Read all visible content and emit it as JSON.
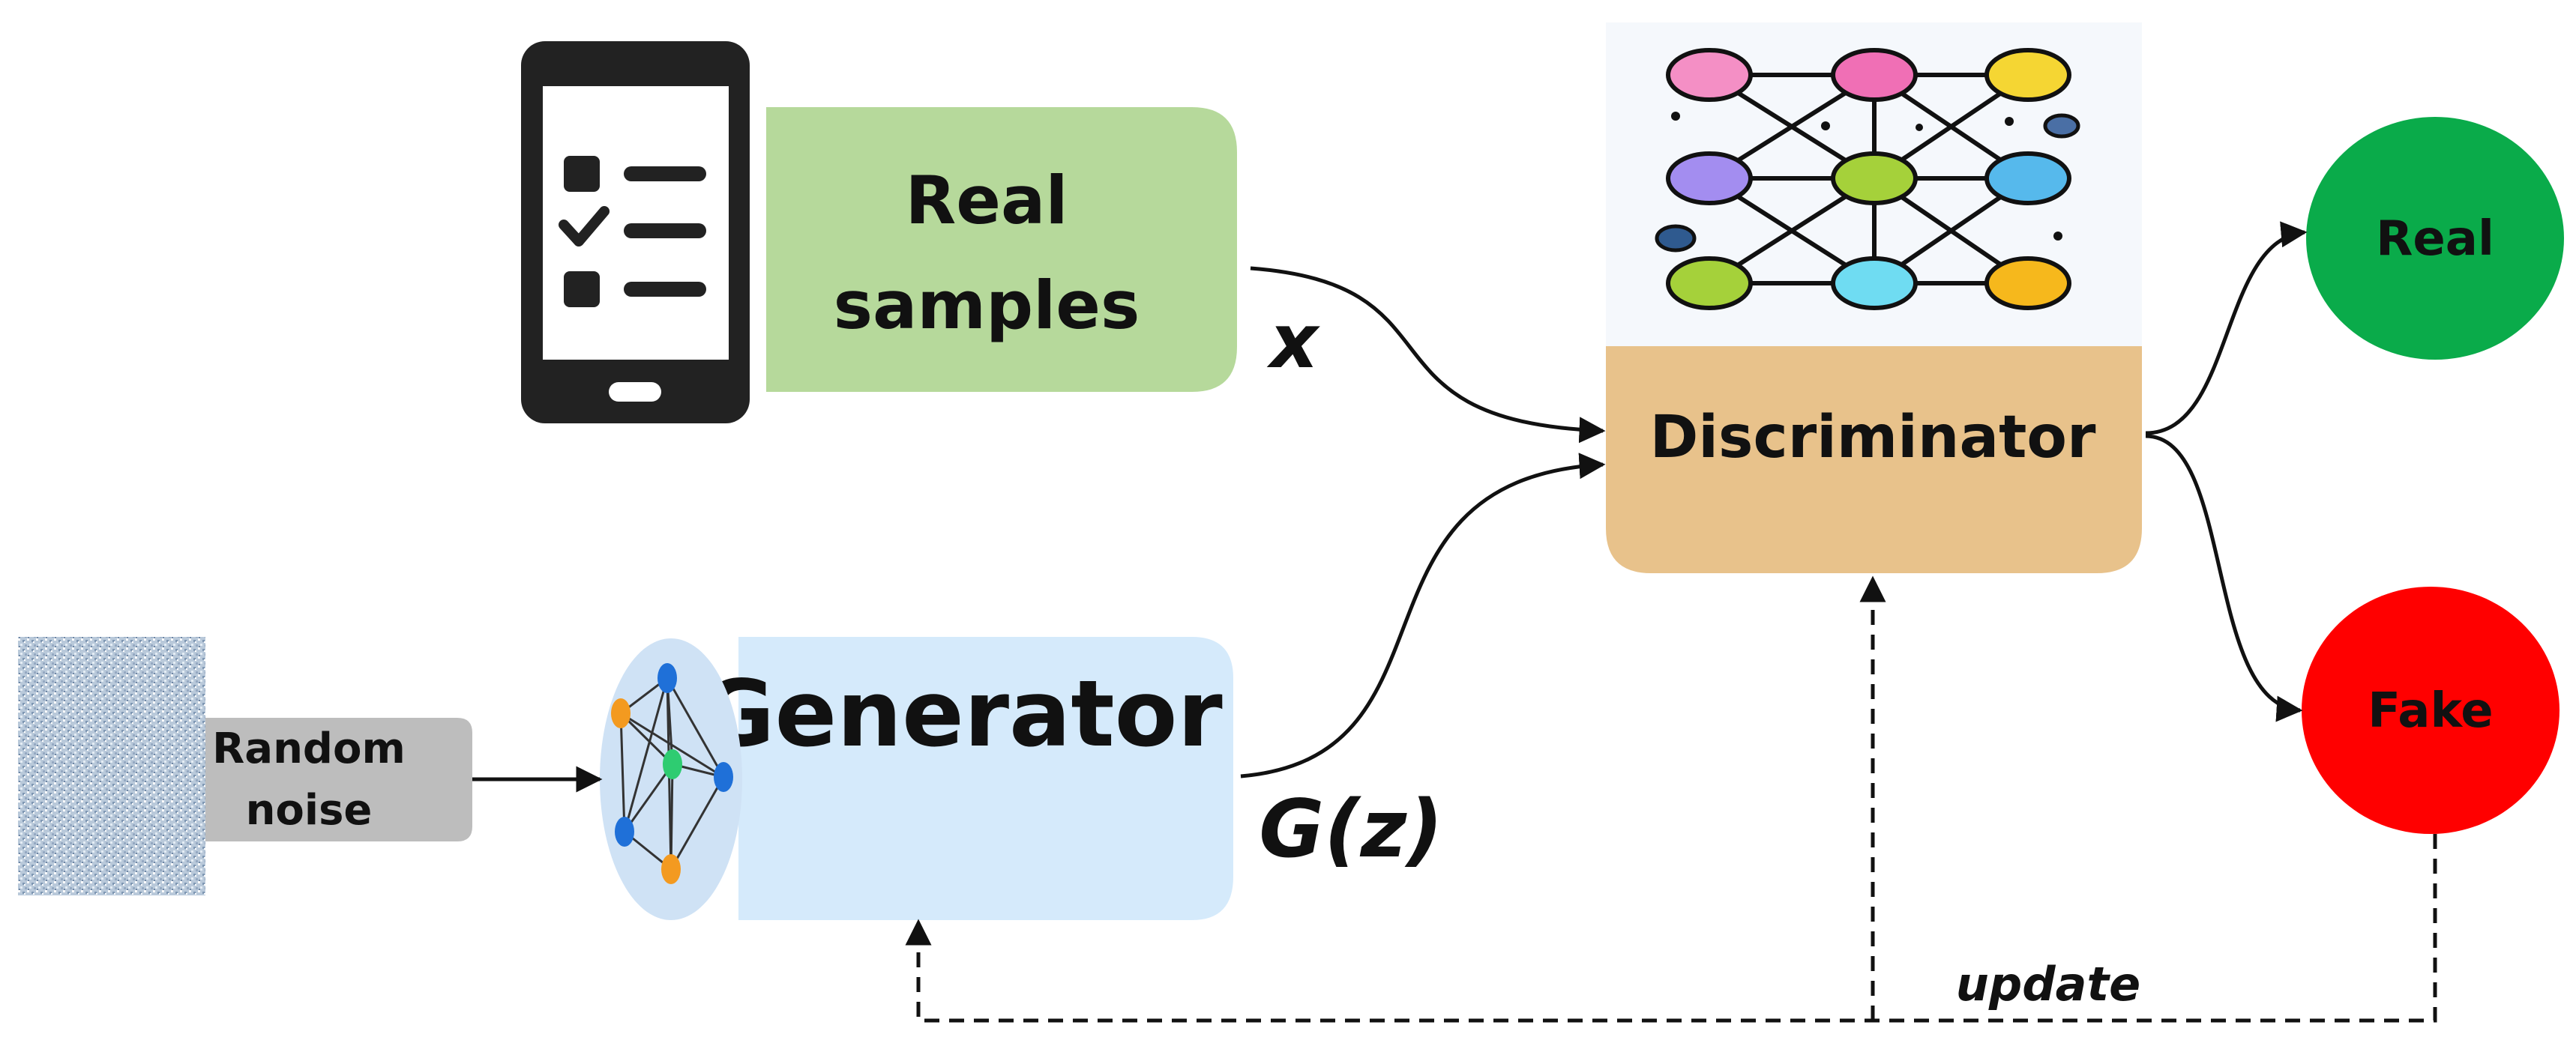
{
  "nodes": {
    "real_samples": {
      "line1": "Real",
      "line2": "samples"
    },
    "generator": {
      "label": "Generator"
    },
    "discriminator": {
      "label": "Discriminator"
    },
    "random_noise": {
      "line1": "Random",
      "line2": "noise"
    },
    "output_real": {
      "label": "Real"
    },
    "output_fake": {
      "label": "Fake"
    }
  },
  "edges": {
    "x_label": "x",
    "gz_label": "G(z)",
    "update_label": "update"
  },
  "icons": {
    "phone": "checklist-phone-icon",
    "neural_net": "neural-network-icon",
    "generator_net": "generator-network-icon",
    "noise": "noise-texture-icon"
  },
  "colors": {
    "real_samples_box": "#b6d99b",
    "generator_box": "#d5eafb",
    "discriminator_box": "#e8c28b",
    "noise_box": "#bdbdbd",
    "output_real": "#0aab4a",
    "output_fake": "#ff0000"
  }
}
